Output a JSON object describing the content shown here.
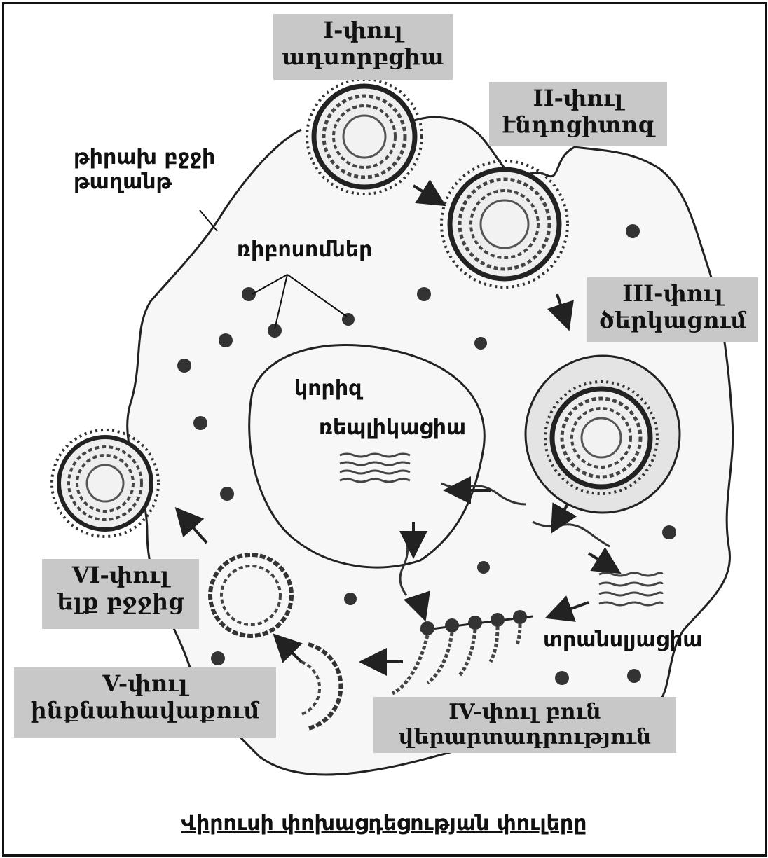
{
  "stages": {
    "s1": {
      "line1": "I-փուլ",
      "line2": "ադսորբցիա"
    },
    "s2": {
      "line1": "II-փուլ",
      "line2": "էնդոցիտոզ"
    },
    "s3": {
      "line1": "III-փուլ",
      "line2": "ծերկացում"
    },
    "s4": {
      "line1": "IV-փուլ բուն",
      "line2": "վերարտադրություն"
    },
    "s5": {
      "line1": "V-փուլ",
      "line2": "ինքնահավաքում"
    },
    "s6": {
      "line1": "VI-փուլ",
      "line2": "ելք բջջից"
    }
  },
  "labels": {
    "membrane_line1": "թիրախ բջջի",
    "membrane_line2": "թաղանթ",
    "ribosomes": "ռիբոսոմներ",
    "nucleus": "կորիզ",
    "replication": "ռեպլիկացիա",
    "translation": "տրանսլյացիա"
  },
  "caption": "Վիրուսի փոխացդեցության փուլերը",
  "colors": {
    "box": "#c8c8c8",
    "ink": "#111111"
  }
}
